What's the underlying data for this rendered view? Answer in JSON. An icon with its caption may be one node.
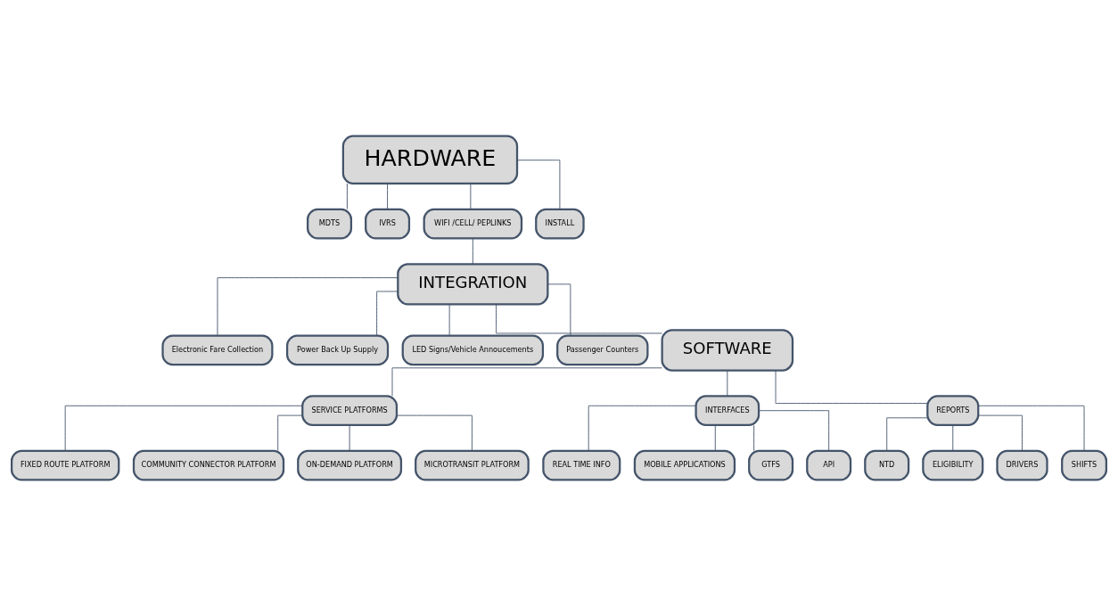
{
  "diagram": {
    "nodes": [
      {
        "text": [
          "HARDWARE"
        ]
      },
      {
        "text": [
          "MDTS"
        ]
      },
      {
        "text": [
          "IVRS"
        ]
      },
      {
        "text": [
          "WIFI /CELL/ PEPLINKS"
        ]
      },
      {
        "text": [
          "INSTALL"
        ]
      },
      {
        "text": [
          "INTEGRATION"
        ]
      },
      {
        "text": [
          "Electronic Fare Collection"
        ]
      },
      {
        "text": [
          "Power Back Up Supply"
        ]
      },
      {
        "text": [
          "LED Signs/Vehicle Annoucements"
        ]
      },
      {
        "text": [
          "Passenger Counters"
        ]
      },
      {
        "text": [
          "SOFTWARE"
        ]
      },
      {
        "text": [
          "SERVICE PLATFORMS"
        ]
      },
      {
        "text": [
          "INTERFACES"
        ]
      },
      {
        "text": [
          "REPORTS"
        ]
      },
      {
        "text": [
          "FIXED ROUTE PLATFORM"
        ]
      },
      {
        "text": [
          "COMMUNITY CONNECTOR PLATFORM"
        ]
      },
      {
        "text": [
          "ON-DEMAND PLATFORM"
        ]
      },
      {
        "text": [
          "MICROTRANSIT PLATFORM"
        ]
      },
      {
        "text": [
          "REAL TIME INFO"
        ]
      },
      {
        "text": [
          "MOBILE APPLICATIONS"
        ]
      },
      {
        "text": [
          "GTFS"
        ]
      },
      {
        "text": [
          "API"
        ]
      },
      {
        "text": [
          "NTD"
        ]
      },
      {
        "text": [
          "ELIGIBILITY"
        ]
      },
      {
        "text": [
          "DRIVERS"
        ]
      },
      {
        "text": [
          "SHIFTS"
        ]
      }
    ],
    "edges": [
      {
        "from": 0,
        "to": 1,
        "arrow": "none"
      },
      {
        "from": 0,
        "to": 2,
        "arrow": "none"
      },
      {
        "from": 0,
        "to": 3,
        "arrow": "none"
      },
      {
        "from": 0,
        "to": 4,
        "arrow": "none"
      },
      {
        "from": 3,
        "to": 5,
        "arrow": "none"
      },
      {
        "from": 5,
        "to": 6,
        "arrow": "none"
      },
      {
        "from": 5,
        "to": 7,
        "arrow": "none"
      },
      {
        "from": 5,
        "to": 8,
        "arrow": "none"
      },
      {
        "from": 5,
        "to": 9,
        "arrow": "none"
      },
      {
        "from": 5,
        "to": 10,
        "arrow": "none"
      },
      {
        "from": 10,
        "to": 11,
        "arrow": "none"
      },
      {
        "from": 10,
        "to": 12,
        "arrow": "none"
      },
      {
        "from": 10,
        "to": 13,
        "arrow": "none"
      },
      {
        "from": 11,
        "to": 14,
        "arrow": "none"
      },
      {
        "from": 11,
        "to": 15,
        "arrow": "none"
      },
      {
        "from": 11,
        "to": 16,
        "arrow": "none"
      },
      {
        "from": 11,
        "to": 17,
        "arrow": "none"
      },
      {
        "from": 12,
        "to": 18,
        "arrow": "none"
      },
      {
        "from": 12,
        "to": 19,
        "arrow": "none"
      },
      {
        "from": 12,
        "to": 20,
        "arrow": "none"
      },
      {
        "from": 12,
        "to": 21,
        "arrow": "none"
      },
      {
        "from": 13,
        "to": 22,
        "arrow": "none"
      },
      {
        "from": 13,
        "to": 23,
        "arrow": "none"
      },
      {
        "from": 13,
        "to": 24,
        "arrow": "none"
      },
      {
        "from": 13,
        "to": 25,
        "arrow": "none"
      }
    ]
  }
}
